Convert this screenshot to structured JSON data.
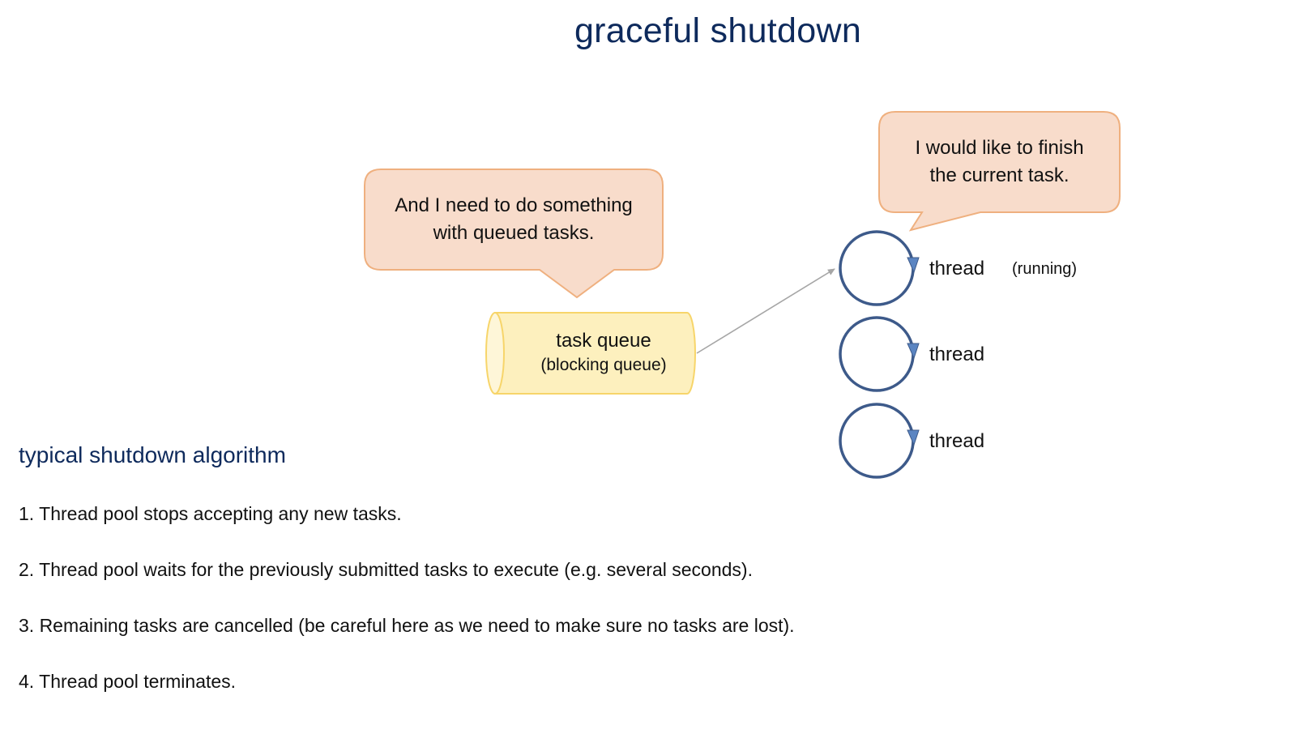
{
  "title": "graceful shutdown",
  "callouts": {
    "queue": {
      "line1": "And I need to do something",
      "line2": "with queued tasks."
    },
    "thread": {
      "line1": "I would like to finish",
      "line2": "the current task."
    }
  },
  "queue": {
    "label": "task queue",
    "sublabel": "(blocking queue)"
  },
  "threads": [
    {
      "label": "thread",
      "state": "(running)"
    },
    {
      "label": "thread"
    },
    {
      "label": "thread"
    }
  ],
  "algorithm": {
    "heading": "typical shutdown algorithm",
    "steps": [
      "1. Thread pool stops accepting any new tasks.",
      "2. Thread pool waits for the previously submitted tasks to execute (e.g. several seconds).",
      "3. Remaining tasks are cancelled (be careful here as we need to make sure no tasks are lost).",
      "4. Thread pool terminates."
    ]
  },
  "colors": {
    "title": "#0e2a5c",
    "callout_fill": "#f8dccb",
    "callout_stroke": "#efb07f",
    "queue_fill": "#fdf0be",
    "queue_stroke": "#f7d56a",
    "thread_circle": "#3d5a8a",
    "thread_arrow": "#5b85c2",
    "connector": "#a6a6a6"
  },
  "icons": {
    "thread": "circular-arrow-icon",
    "queue": "cylinder-icon",
    "connector": "arrow-icon"
  }
}
